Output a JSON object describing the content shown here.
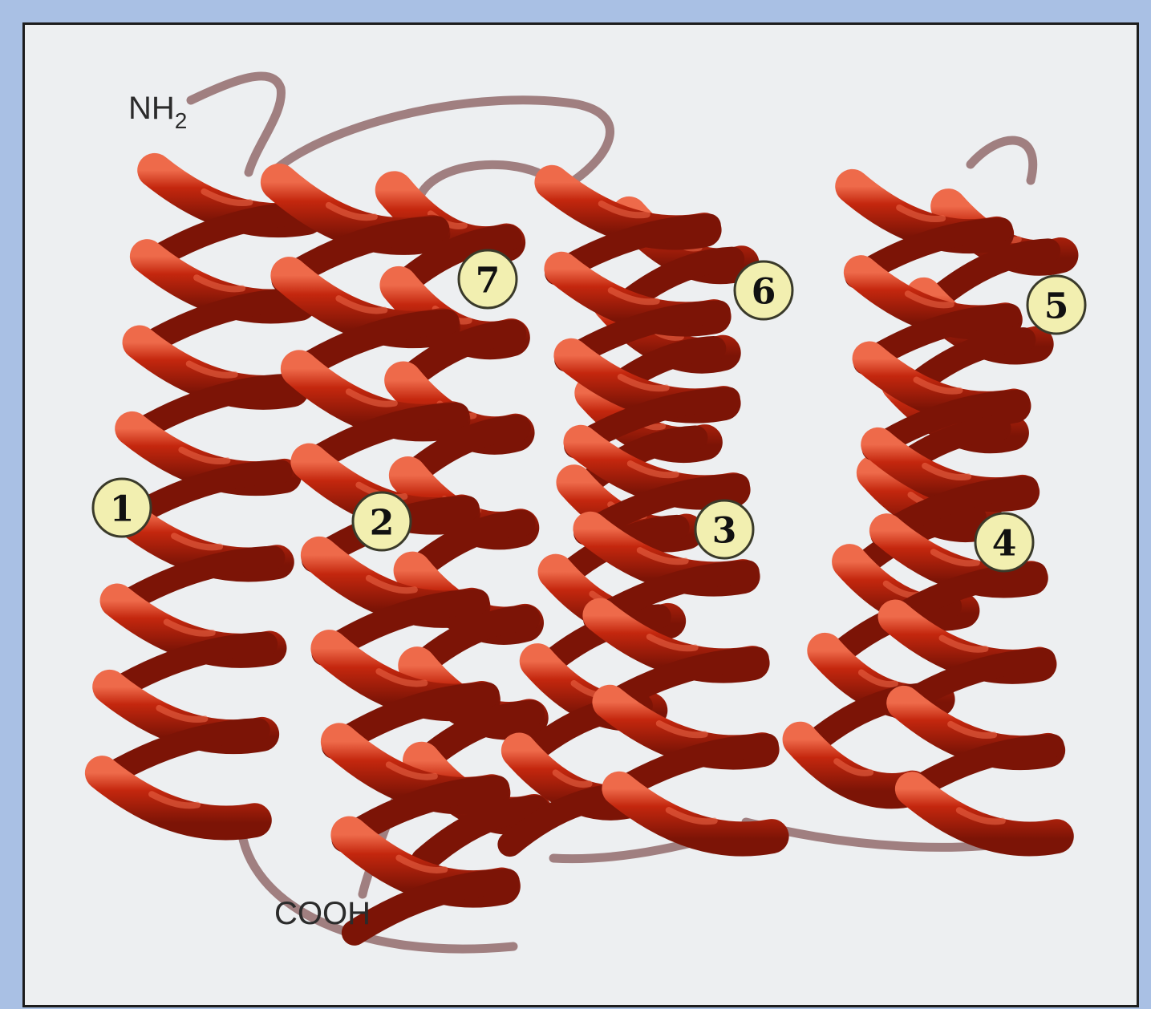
{
  "labels": {
    "n_terminus": "NH",
    "n_terminus_subscript": "2",
    "c_terminus": "COOH"
  },
  "helices": [
    {
      "number": "1"
    },
    {
      "number": "2"
    },
    {
      "number": "3"
    },
    {
      "number": "4"
    },
    {
      "number": "5"
    },
    {
      "number": "6"
    },
    {
      "number": "7"
    }
  ],
  "colors": {
    "helix": "#c4270e",
    "helix_dark": "#7c1406",
    "helix_highlight": "#ee6a4a",
    "loop": "#a07f80",
    "badge_fill": "#f2efb0",
    "background": "#edeff1",
    "outer_border": "#a9c0e4"
  }
}
